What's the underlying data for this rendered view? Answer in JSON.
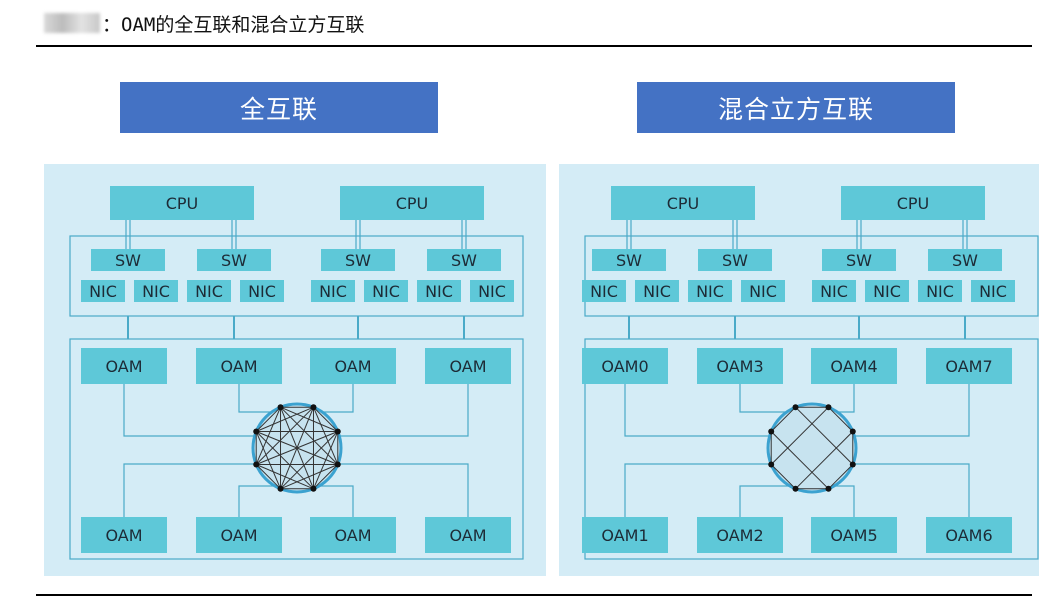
{
  "header": {
    "text": "：OAM的全互联和混合立方互联"
  },
  "panels": [
    {
      "title": "全互联",
      "cpus": [
        "CPU",
        "CPU"
      ],
      "switches": [
        "SW",
        "SW",
        "SW",
        "SW"
      ],
      "nics": [
        "NIC",
        "NIC",
        "NIC",
        "NIC",
        "NIC",
        "NIC",
        "NIC",
        "NIC"
      ],
      "oams_top": [
        "OAM",
        "OAM",
        "OAM",
        "OAM"
      ],
      "oams_bottom": [
        "OAM",
        "OAM",
        "OAM",
        "OAM"
      ],
      "topology": "full-mesh"
    },
    {
      "title": "混合立方互联",
      "cpus": [
        "CPU",
        "CPU"
      ],
      "switches": [
        "SW",
        "SW",
        "SW",
        "SW"
      ],
      "nics": [
        "NIC",
        "NIC",
        "NIC",
        "NIC",
        "NIC",
        "NIC",
        "NIC",
        "NIC"
      ],
      "oams_top": [
        "OAM0",
        "OAM3",
        "OAM4",
        "OAM7"
      ],
      "oams_bottom": [
        "OAM1",
        "OAM2",
        "OAM5",
        "OAM6"
      ],
      "topology": "hybrid-cube-mesh"
    }
  ],
  "colors": {
    "title_bg": "#4472c4",
    "panel_bg": "#d4ecf6",
    "box": "#5ec8d8",
    "line": "#4aaac8",
    "ring": "#3ba2d0"
  }
}
